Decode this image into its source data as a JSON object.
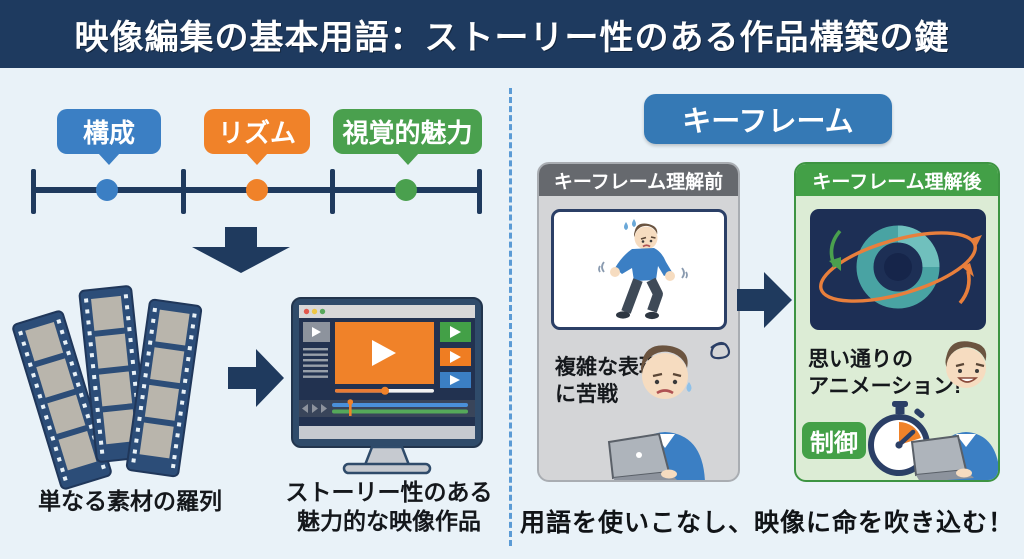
{
  "header": {
    "title": "映像編集の基本用語：ストーリー性のある作品構築の鍵"
  },
  "left_section": {
    "timeline": {
      "labels": [
        {
          "text": "構成",
          "color": "#3b7fc4"
        },
        {
          "text": "リズム",
          "color": "#f08229"
        },
        {
          "text": "視覚的魅力",
          "color": "#4aa04e"
        }
      ]
    },
    "before_caption": "単なる素材の羅列",
    "after_caption_line1": "ストーリー性のある",
    "after_caption_line2": "魅力的な映像作品"
  },
  "right_section": {
    "title": "キーフレーム",
    "before_panel": {
      "title": "キーフレーム理解前",
      "caption_line1": "複雑な表現",
      "caption_line2": "に苦戦"
    },
    "after_panel": {
      "title": "キーフレーム理解後",
      "caption_line1": "思い通りの",
      "caption_line2": "アニメーション!",
      "badge_label": "制御"
    },
    "footer_message": "用語を使いこなし、映像に命を吹き込む！"
  },
  "icons": {
    "down_arrow": "down-arrow",
    "right_arrow": "right-arrow",
    "film_strips": "film-strips",
    "monitor_player": "video-editor-monitor",
    "struggling_figure": "awkward-motion-figure",
    "worried_man": "worried-man-at-laptop",
    "happy_man": "happy-man-at-laptop",
    "spinning_ring": "animated-spinning-ring",
    "stopwatch": "stopwatch"
  },
  "colors": {
    "background": "#e9f2f8",
    "header_bg": "#1e3a5f",
    "navy": "#1f3a5e",
    "accent_blue": "#3b7fc4",
    "accent_orange": "#f08229",
    "accent_green": "#43a047",
    "panel_gray": "#d4d5d7",
    "panel_gray_header": "#66696e",
    "panel_green_bg": "#dcecd5",
    "divider_blue": "#5b9bd5"
  }
}
